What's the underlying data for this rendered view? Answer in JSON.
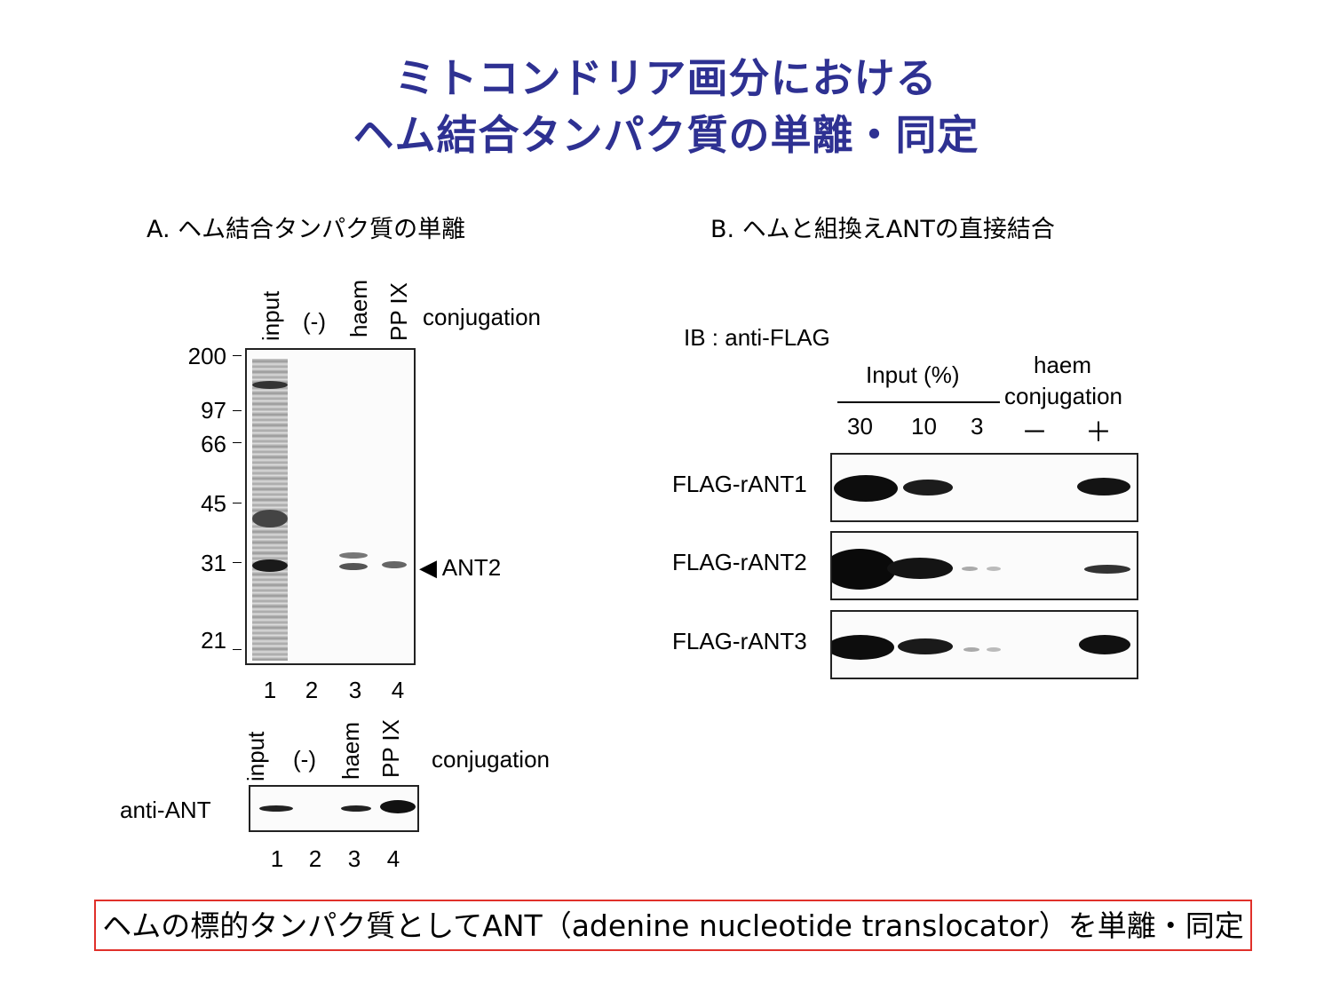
{
  "title": {
    "line1": "ミトコンドリア画分における",
    "line2": "ヘム結合タンパク質の単離・同定"
  },
  "panel_a": {
    "heading": "A. ヘム結合タンパク質の単離",
    "upper_blot": {
      "lane_headers": [
        "input",
        "(-)",
        "haem",
        "PP IX"
      ],
      "conjugation_label": "conjugation",
      "mw_markers": [
        "200",
        "97",
        "66",
        "45",
        "31",
        "21"
      ],
      "arrow_label": "◀ ANT2",
      "lane_numbers": [
        "1",
        "2",
        "3",
        "4"
      ]
    },
    "lower_blot": {
      "lane_headers": [
        "input",
        "(-)",
        "haem",
        "PP IX"
      ],
      "conjugation_label": "conjugation",
      "row_label": "anti-ANT",
      "lane_numbers": [
        "1",
        "2",
        "3",
        "4"
      ]
    }
  },
  "panel_b": {
    "heading": "B. ヘムと組換えANTの直接結合",
    "ib_label": "IB : anti-FLAG",
    "input_label": "Input (%)",
    "haem_label": "haem",
    "conjugation_label": "conjugation",
    "columns": [
      "30",
      "10",
      "3",
      "－",
      "＋"
    ],
    "rows": [
      "FLAG-rANT1",
      "FLAG-rANT2",
      "FLAG-rANT3"
    ]
  },
  "footer": "ヘムの標的タンパク質としてANT（adenine nucleotide translocator）を単離・同定",
  "colors": {
    "title": "#2e3192",
    "footer_border": "#e0302a"
  }
}
